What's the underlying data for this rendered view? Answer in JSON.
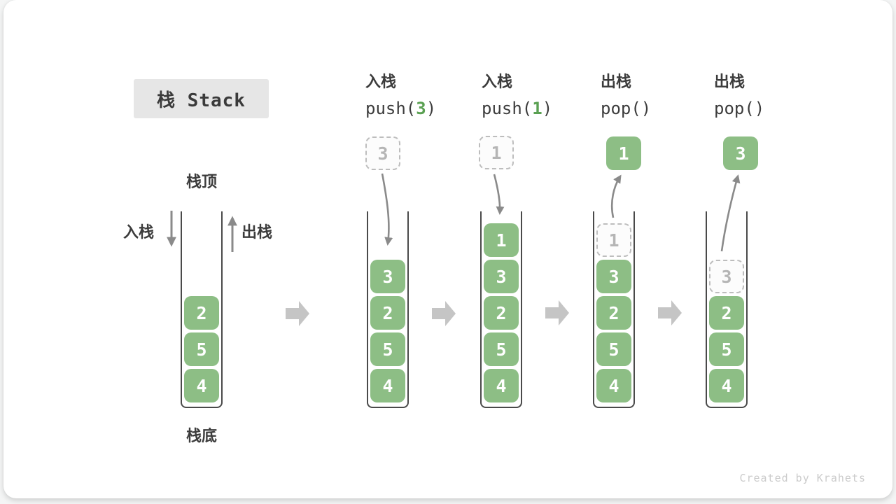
{
  "card": {
    "title": "栈 Stack",
    "watermark": "Created by Krahets"
  },
  "colors": {
    "cell_green": "#8DBE85",
    "code_arg_green": "#5AA052",
    "ghost_border": "#BDBDBD",
    "ghost_text": "#B5B5B5",
    "label_text": "#3C3C3C",
    "big_arrow": "#C5C5C5",
    "curve_arrow": "#8A8A8A",
    "title_bg": "#E6E6E6"
  },
  "annotations": {
    "stack_top": "栈顶",
    "stack_bottom": "栈底",
    "push_side": "入栈",
    "pop_side": "出栈"
  },
  "stacks": [
    {
      "name": "initial",
      "cells": [
        {
          "v": "2"
        },
        {
          "v": "5"
        },
        {
          "v": "4"
        }
      ]
    },
    {
      "name": "push-3",
      "op": {
        "label": "入栈",
        "code_pre": "push(",
        "arg": "3",
        "code_post": ")"
      },
      "floating": {
        "v": "3",
        "style": "dashed"
      },
      "cells": [
        {
          "v": "3"
        },
        {
          "v": "2"
        },
        {
          "v": "5"
        },
        {
          "v": "4"
        }
      ]
    },
    {
      "name": "push-1",
      "op": {
        "label": "入栈",
        "code_pre": "push(",
        "arg": "1",
        "code_post": ")"
      },
      "floating": {
        "v": "1",
        "style": "dashed"
      },
      "cells": [
        {
          "v": "1"
        },
        {
          "v": "3"
        },
        {
          "v": "2"
        },
        {
          "v": "5"
        },
        {
          "v": "4"
        }
      ]
    },
    {
      "name": "pop-1",
      "op": {
        "label": "出栈",
        "code_pre": "pop(",
        "arg": "",
        "code_post": ")"
      },
      "floating": {
        "v": "1",
        "style": "solid"
      },
      "cells": [
        {
          "v": "1",
          "ghost": true
        },
        {
          "v": "3"
        },
        {
          "v": "2"
        },
        {
          "v": "5"
        },
        {
          "v": "4"
        }
      ]
    },
    {
      "name": "pop-3",
      "op": {
        "label": "出栈",
        "code_pre": "pop(",
        "arg": "",
        "code_post": ")"
      },
      "floating": {
        "v": "3",
        "style": "solid"
      },
      "cells": [
        {
          "v": "3",
          "ghost": true
        },
        {
          "v": "2"
        },
        {
          "v": "5"
        },
        {
          "v": "4"
        }
      ]
    }
  ]
}
